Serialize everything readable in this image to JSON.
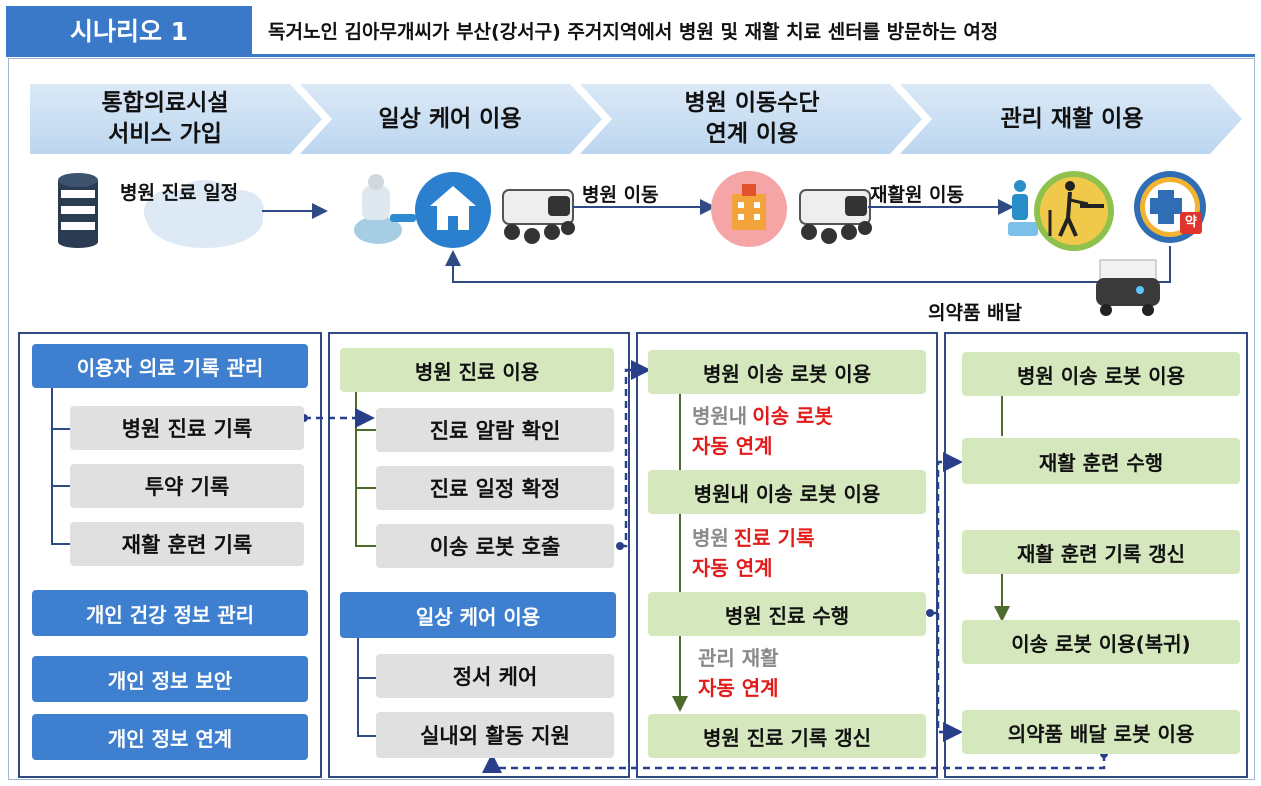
{
  "header": {
    "badge": "시나리오 1",
    "description": "독거노인 김아무개씨가 부산(강서구) 주거지역에서 병원 및 재활 치료 센터를 방문하는 여정"
  },
  "stages": [
    {
      "line1": "통합의료시설",
      "line2": "서비스 가입"
    },
    {
      "line1": "일상 케어 이용",
      "line2": ""
    },
    {
      "line1": "병원 이동수단",
      "line2": "연계 이용"
    },
    {
      "line1": "관리 재활 이용",
      "line2": ""
    }
  ],
  "flow": {
    "schedule_label": "병원 진료 일정",
    "move_hospital_label": "병원 이동",
    "move_rehab_label": "재활원 이동",
    "delivery_label": "의약품 배달",
    "pharmacy_mark": "약"
  },
  "panel1": {
    "header": "이용자 의료 기록 관리",
    "items": [
      "병원 진료 기록",
      "투약 기록",
      "재활 훈련 기록"
    ],
    "extra": [
      "개인 건강 정보 관리",
      "개인 정보 보안",
      "개인 정보 연계"
    ]
  },
  "panel2": {
    "group1": {
      "header": "병원 진료 이용",
      "items": [
        "진료 알람 확인",
        "진료 일정 확정",
        "이송 로봇 호출"
      ]
    },
    "group2": {
      "header": "일상 케어 이용",
      "items": [
        "정서 케어",
        "실내외 활동 지원"
      ]
    }
  },
  "panel3": {
    "steps": [
      "병원 이송 로봇 이용",
      "병원내 이송 로봇 이용",
      "병원 진료 수행",
      "병원 진료 기록 갱신"
    ],
    "note1": {
      "gray": "병원내",
      "red1": "이송 로봇",
      "red2": "자동 연계"
    },
    "note2": {
      "gray": "병원",
      "red1": "진료 기록",
      "red2": "자동 연계"
    },
    "note3": {
      "gray": "관리 재활",
      "red2": "자동 연계"
    }
  },
  "panel4": {
    "steps": [
      "병원 이송 로봇 이용",
      "재활 훈련 수행",
      "재활 훈련 기록 갱신",
      "이송 로봇 이용(복귀)",
      "의약품 배달 로봇 이용"
    ]
  },
  "colors": {
    "accent_blue": "#3a78c8",
    "panel_border": "#2f4a84",
    "green_box": "#d5e8bd",
    "gray_box": "#e0e0e0",
    "red_text": "#e21b1b"
  }
}
